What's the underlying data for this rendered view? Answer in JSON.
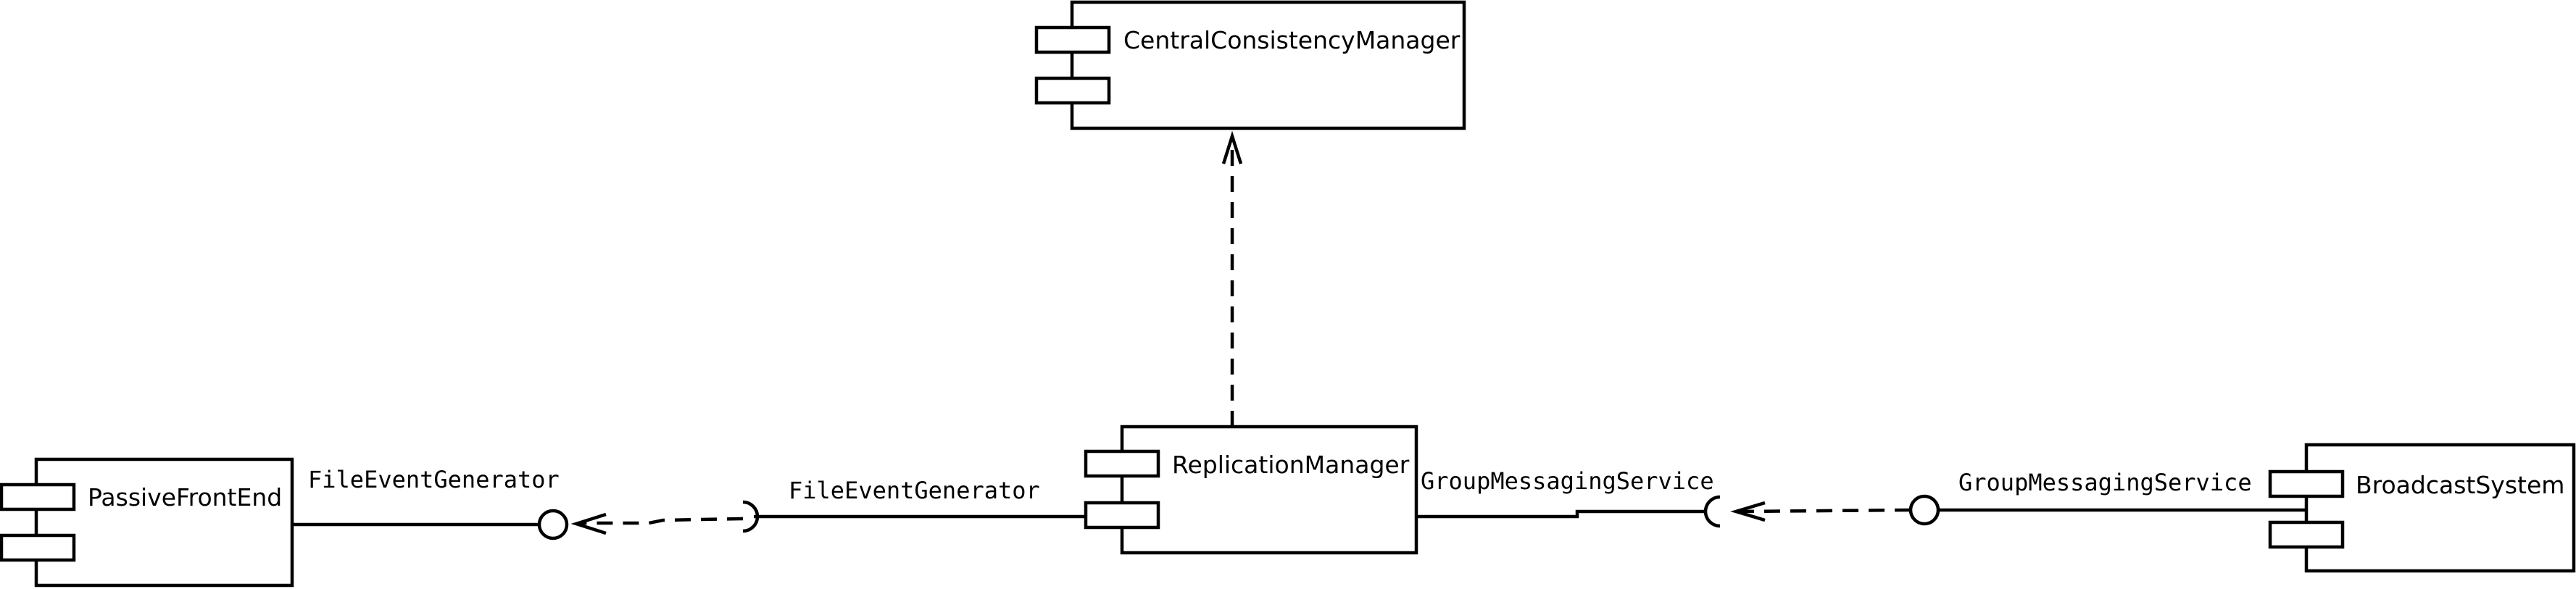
{
  "components": {
    "central": {
      "name": "CentralConsistencyManager"
    },
    "replication": {
      "name": "ReplicationManager"
    },
    "passive": {
      "name": "PassiveFrontEnd"
    },
    "broadcast": {
      "name": "BroadcastSystem"
    }
  },
  "interfaces": {
    "passive_provided": "FileEventGenerator",
    "replication_required": "FileEventGenerator",
    "replication_required_group": "GroupMessagingService",
    "broadcast_provided": "GroupMessagingService"
  }
}
